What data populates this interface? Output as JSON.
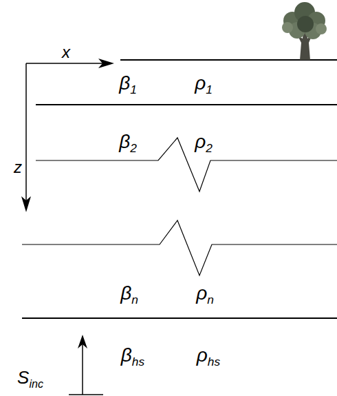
{
  "diagram": {
    "labels": [
      "x",
      "z",
      "β1",
      "ρ1",
      "β2",
      "ρ2",
      "βn",
      "ρn",
      "βhs",
      "ρhs",
      "Sinc"
    ]
  }
}
